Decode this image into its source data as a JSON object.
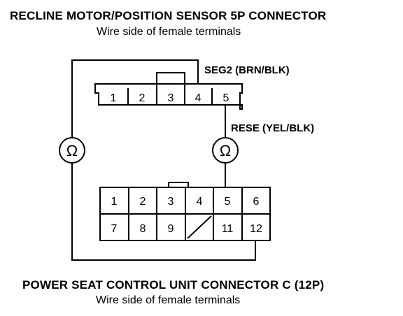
{
  "top_connector": {
    "title": "RECLINE MOTOR/POSITION SENSOR 5P CONNECTOR",
    "subtitle": "Wire side of female terminals",
    "pins": [
      "1",
      "2",
      "3",
      "4",
      "5"
    ],
    "wire_label_seg2": "SEG2 (BRN/BLK)",
    "wire_label_rese": "RESE (YEL/BLK)"
  },
  "bottom_connector": {
    "title": "POWER SEAT CONTROL UNIT CONNECTOR C (12P)",
    "subtitle": "Wire side of female terminals",
    "row1": [
      "1",
      "2",
      "3",
      "4",
      "5",
      "6"
    ],
    "row2": [
      "7",
      "8",
      "9",
      "",
      "11",
      "12"
    ]
  },
  "meters": {
    "symbol": "Ω"
  }
}
